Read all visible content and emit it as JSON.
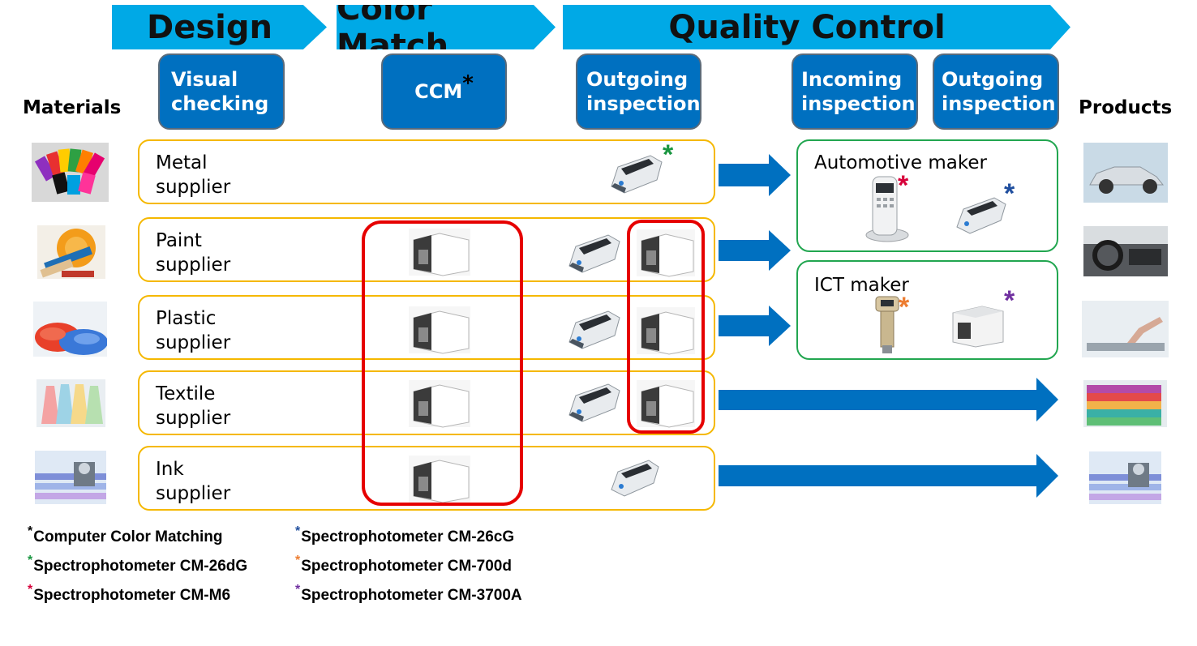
{
  "phases": {
    "design": "Design",
    "color_match": "Color Match",
    "quality_control": "Quality Control"
  },
  "steps": {
    "visual": "Visual\nchecking",
    "ccm": "CCM",
    "ccm_mark": "*",
    "outgoing1": "Outgoing\ninspection",
    "incoming": "Incoming\ninspection",
    "outgoing2": "Outgoing\ninspection"
  },
  "labels": {
    "materials": "Materials",
    "products": "Products"
  },
  "suppliers": [
    {
      "label": "Metal\nsupplier"
    },
    {
      "label": "Paint\nsupplier"
    },
    {
      "label": "Plastic\nsupplier"
    },
    {
      "label": "Textile\nsupplier"
    },
    {
      "label": "Ink\nsupplier"
    }
  ],
  "makers": {
    "automotive": "Automotive maker",
    "ict": "ICT maker"
  },
  "legend": [
    {
      "mark": "*",
      "text": "Computer Color Matching",
      "color": "#000000"
    },
    {
      "mark": "*",
      "text": "Spectrophotometer CM-26dG",
      "color": "#1a9641"
    },
    {
      "mark": "*",
      "text": "Spectrophotometer CM-M6",
      "color": "#d7003a"
    },
    {
      "mark": "*",
      "text": "Spectrophotometer CM-26cG",
      "color": "#1f4e9e"
    },
    {
      "mark": "*",
      "text": "Spectrophotometer CM-700d",
      "color": "#ed7d31"
    },
    {
      "mark": "*",
      "text": "Spectrophotometer CM-3700A",
      "color": "#7030a0"
    }
  ],
  "colors": {
    "banner": "#00a9e6",
    "step": "#0070c0",
    "arrow": "#0070c0",
    "row_border": "#f5b800",
    "maker_border": "#22a650",
    "highlight": "#e60000"
  }
}
